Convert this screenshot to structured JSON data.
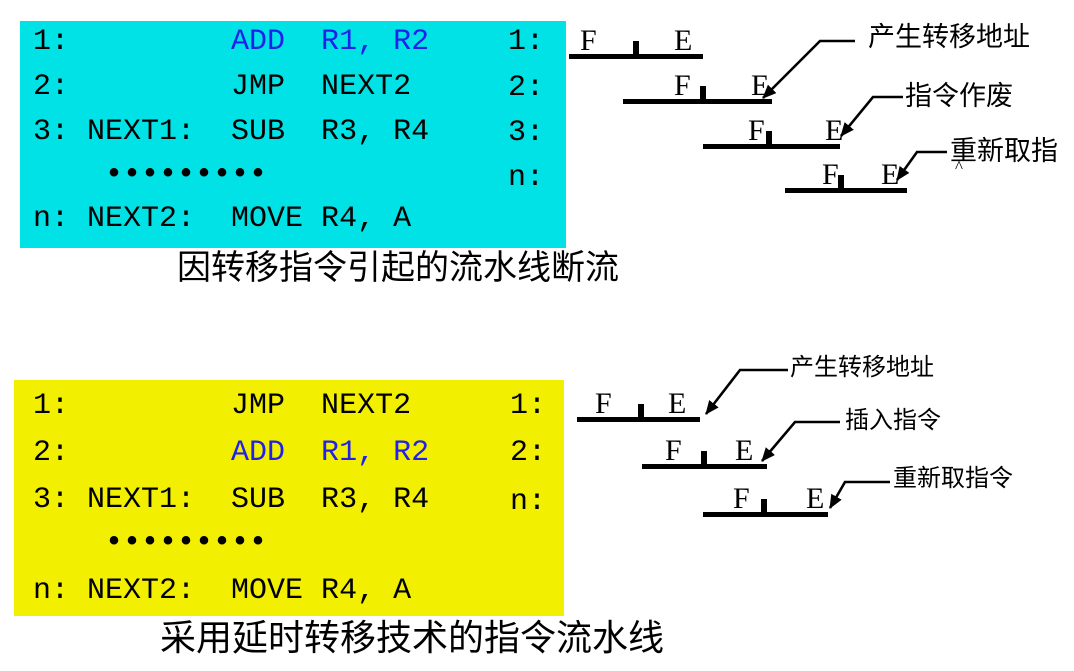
{
  "colors": {
    "cyan_bg": "#00e2e6",
    "yellow_bg": "#f2ef00",
    "blue_text": "#2121ea",
    "ink": "#000000"
  },
  "top_section": {
    "code_lines": [
      {
        "pre": "1:         ",
        "code": "ADD  R1, R2",
        "color": "blue",
        "dots": false
      },
      {
        "pre": "2:         ",
        "code": "JMP  NEXT2",
        "color": "black",
        "dots": false
      },
      {
        "pre": "3: NEXT1:  ",
        "code": "SUB  R3, R4",
        "color": "black",
        "dots": false
      },
      {
        "pre": "    ",
        "code": "•••••••••",
        "color": "black",
        "dots": true
      },
      {
        "pre": "n: NEXT2:  ",
        "code": "MOVE R4, A",
        "color": "black",
        "dots": false
      }
    ],
    "pipeline_row_labels": [
      "1:",
      "2:",
      "3:",
      "n:"
    ],
    "stage_labels": {
      "fetch": "F",
      "execute": "E"
    },
    "annotations": [
      "产生转移地址",
      "指令作废",
      "重新取指"
    ],
    "caret_mark": "^",
    "caption": "因转移指令引起的流水线断流"
  },
  "bottom_section": {
    "code_lines": [
      {
        "pre": "1:         ",
        "code": "JMP  NEXT2",
        "color": "black",
        "dots": false
      },
      {
        "pre": "2:         ",
        "code": "ADD  R1, R2",
        "color": "blue",
        "dots": false
      },
      {
        "pre": "3: NEXT1:  ",
        "code": "SUB  R3, R4",
        "color": "black",
        "dots": false
      },
      {
        "pre": "    ",
        "code": "•••••••••",
        "color": "black",
        "dots": true
      },
      {
        "pre": "n: NEXT2:  ",
        "code": "MOVE R4, A",
        "color": "black",
        "dots": false
      }
    ],
    "pipeline_row_labels": [
      "1:",
      "2:",
      "n:"
    ],
    "stage_labels": {
      "fetch": "F",
      "execute": "E"
    },
    "annotations": [
      "产生转移地址",
      "插入指令",
      "重新取指令"
    ],
    "caption": "采用延时转移技术的指令流水线"
  }
}
